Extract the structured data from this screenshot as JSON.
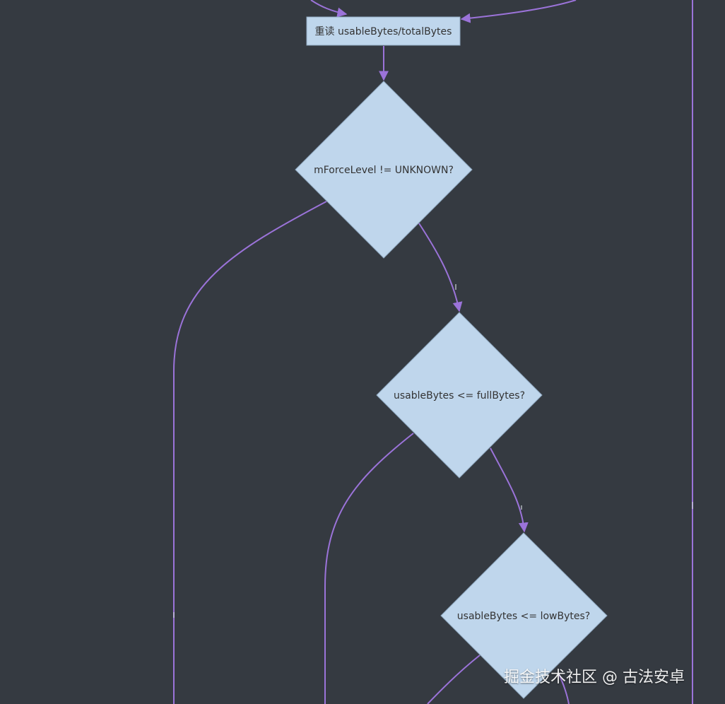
{
  "nodes": {
    "reread": {
      "label": "重读 usableBytes/totalBytes"
    },
    "force_check": {
      "label": "mForceLevel != UNKNOWN?"
    },
    "full_check": {
      "label": "usableBytes <= fullBytes?"
    },
    "low_check": {
      "label": "usableBytes <= lowBytes?"
    }
  },
  "colors": {
    "background": "#353a41",
    "node_fill": "#bfd6ec",
    "node_stroke": "#8fa8c0",
    "edge": "#9b73d9",
    "node_text": "#333333"
  },
  "watermark": {
    "text": "掘金技术社区 @ 古法安卓"
  }
}
